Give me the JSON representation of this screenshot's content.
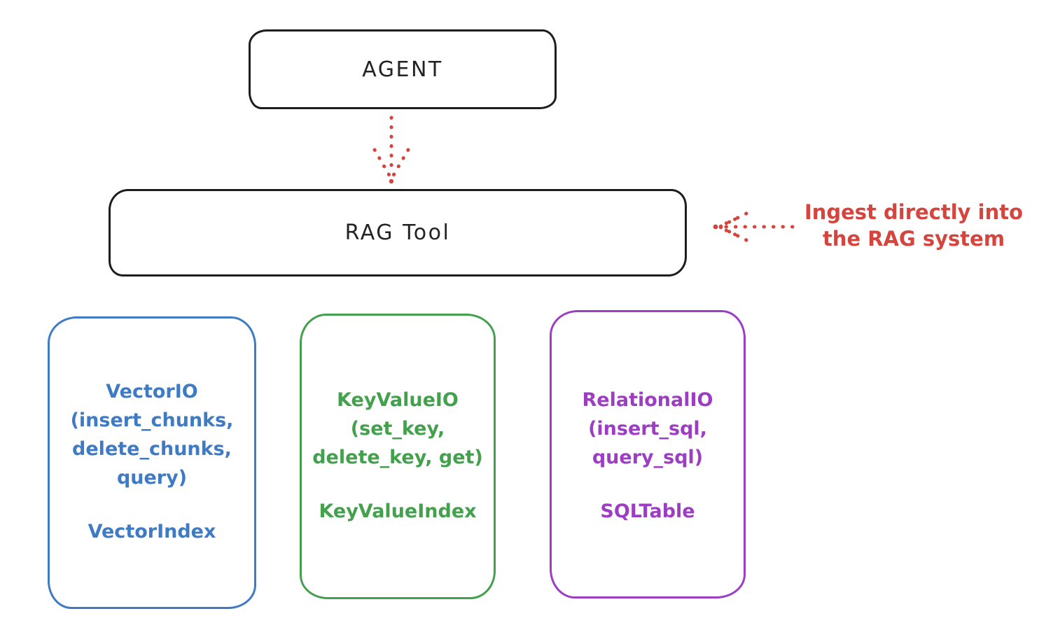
{
  "diagram": {
    "agent": {
      "label": "AGENT"
    },
    "rag_tool": {
      "label": "RAG Tool"
    },
    "annotation": {
      "line1": "Ingest directly into",
      "line2": "the RAG system"
    },
    "io_boxes": [
      {
        "name": "vector-io",
        "title": "VectorIO",
        "lines": [
          "(insert_chunks,",
          "delete_chunks,",
          "query)"
        ],
        "index": "VectorIndex",
        "color": "#3e7bc4"
      },
      {
        "name": "keyvalue-io",
        "title": "KeyValueIO",
        "lines": [
          "(set_key,",
          "delete_key, get)"
        ],
        "index": "KeyValueIndex",
        "color": "#43a04c"
      },
      {
        "name": "relational-io",
        "title": "RelationalIO",
        "lines": [
          "(insert_sql,",
          "query_sql)"
        ],
        "index": "SQLTable",
        "color": "#9d3dc3"
      }
    ],
    "colors": {
      "stroke": "#1e1e1e",
      "red": "#d6453d",
      "blue": "#3e7bc4",
      "green": "#43a04c",
      "purple": "#9d3dc3",
      "background": "#ffffff"
    }
  }
}
